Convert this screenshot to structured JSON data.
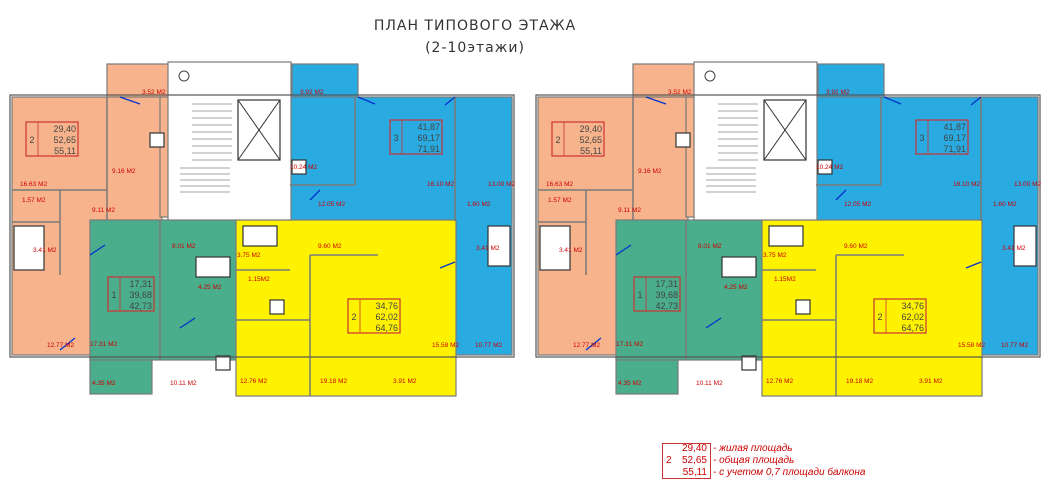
{
  "title": "ПЛАН ТИПОВОГО ЭТАЖА",
  "subtitle": "(2-10этажи)",
  "colors": {
    "apt_two_left": "#f7b48c",
    "apt_three": "#29aae1",
    "apt_one": "#4aad8c",
    "apt_two_yellow": "#fff200",
    "core": "#ffffff",
    "wall": "#7a7a7a",
    "label_red": "#cc0000",
    "window_blue": "#0033cc"
  },
  "sections": [
    {
      "apartments": [
        {
          "rooms": "2",
          "living": "29,40",
          "total": "52,65",
          "with_balcony": "55,11"
        },
        {
          "rooms": "3",
          "living": "41,87",
          "total": "69,17",
          "with_balcony": "71,91"
        },
        {
          "rooms": "1",
          "living": "17,31",
          "total": "39,68",
          "with_balcony": "42,73"
        },
        {
          "rooms": "2",
          "living": "34,76",
          "total": "62,02",
          "with_balcony": "64,76"
        }
      ],
      "room_labels": [
        "3.52 M2",
        "3.92 M2",
        "9.16 M2",
        "16.63 M2",
        "10.24 M2",
        "1.57 M2",
        "9.11 M2",
        "16.10 M2",
        "13.00 M2",
        "12.05 M2",
        "1.60 M2",
        "8.01 M2",
        "9.60 M2",
        "3.41 M2",
        "3.75 M2",
        "3.41 M2",
        "4.25 M2",
        "1.15M2",
        "12.77 M2",
        "17.31 M2",
        "15.58 M2",
        "10.77 M2",
        "4.35 M2",
        "10.11 M2",
        "12.76 M2",
        "19.18 M2",
        "3.91 M2"
      ]
    },
    {
      "apartments": [
        {
          "rooms": "2",
          "living": "29,40",
          "total": "52,65",
          "with_balcony": "55,11"
        },
        {
          "rooms": "3",
          "living": "41,87",
          "total": "69,17",
          "with_balcony": "71,91"
        },
        {
          "rooms": "1",
          "living": "17,31",
          "total": "39,68",
          "with_balcony": "42,73"
        },
        {
          "rooms": "2",
          "living": "34,76",
          "total": "62,02",
          "with_balcony": "64,76"
        }
      ],
      "room_labels": [
        "3.52 M2",
        "3.92 M2",
        "9.16 M2",
        "16.63 M2",
        "10.24 M2",
        "1.57 M2",
        "9.11 M2",
        "16.10 M2",
        "13.00 M2",
        "12.05 M2",
        "1.60 M2",
        "8.01 M2",
        "9.60 M2",
        "3.41 M2",
        "3.75 M2",
        "3.41 M2",
        "4.25 M2",
        "1.15M2",
        "12.77 M2",
        "17.31 M2",
        "15.58 M2",
        "10.77 M2",
        "4.35 M2",
        "10.11 M2",
        "12.76 M2",
        "19.18 M2",
        "3.91 M2"
      ]
    }
  ],
  "legend": {
    "rooms": "2",
    "living": "29,40",
    "living_text": "- жилая площадь",
    "total": "52,65",
    "total_text": "- общая площадь",
    "balcony": "55,11",
    "balcony_text": "- с учетом 0,7 площади балкона"
  }
}
